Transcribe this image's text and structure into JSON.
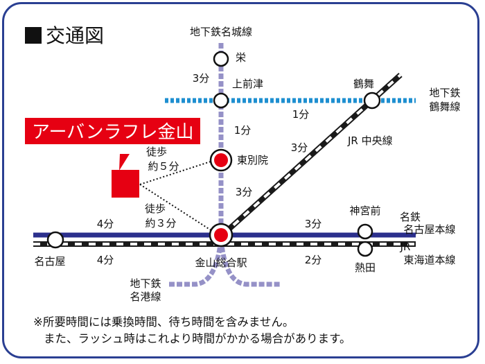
{
  "title": "交通図",
  "title_marker": "■",
  "lines": {
    "meijo": "地下鉄名城線",
    "tsurumai_1": "地下鉄",
    "tsurumai_2": "鶴舞線",
    "jr_chuo": "JR 中央線",
    "meitetsu_1": "名鉄",
    "meitetsu_2": "名古屋本線",
    "jr_tokaido_1": "JR",
    "jr_tokaido_2": "東海道本線",
    "meiko_1": "地下鉄",
    "meiko_2": "名港線"
  },
  "stations": {
    "sakae": "栄",
    "kamimaezu": "上前津",
    "tsurumai": "鶴舞",
    "higashibetsuin": "東別院",
    "kanayama": "金山総合駅",
    "jingumae": "神宮前",
    "atsuta": "熱田",
    "nagoya": "名古屋"
  },
  "times": {
    "sakae_kamimaezu": "3分",
    "kamimaezu_tsurumai": "1分",
    "kamimaezu_higashi": "1分",
    "chuo": "3分",
    "higashi_kanayama": "3分",
    "meitetsu_west": "4分",
    "jr_west": "4分",
    "meitetsu_east": "3分",
    "jr_east": "2分"
  },
  "property": {
    "name": "アーバンラフレ金山",
    "walk_1a": "徒歩",
    "walk_1b": "約５分",
    "walk_2a": "徒歩",
    "walk_2b": "約３分"
  },
  "notes": {
    "line1": "※所要時間には乗換時間、待ち時間を含みません。",
    "line2": "また、ラッシュ時はこれより時間がかかる場合があります。"
  },
  "colors": {
    "frame": "#2a3f92",
    "meijo": "#9591c7",
    "tsurumai": "#1e8fd0",
    "meitetsu": "#2b2f8c",
    "railway": "#1a1a1a",
    "property": "#e60012",
    "station_red": "#e60012"
  }
}
